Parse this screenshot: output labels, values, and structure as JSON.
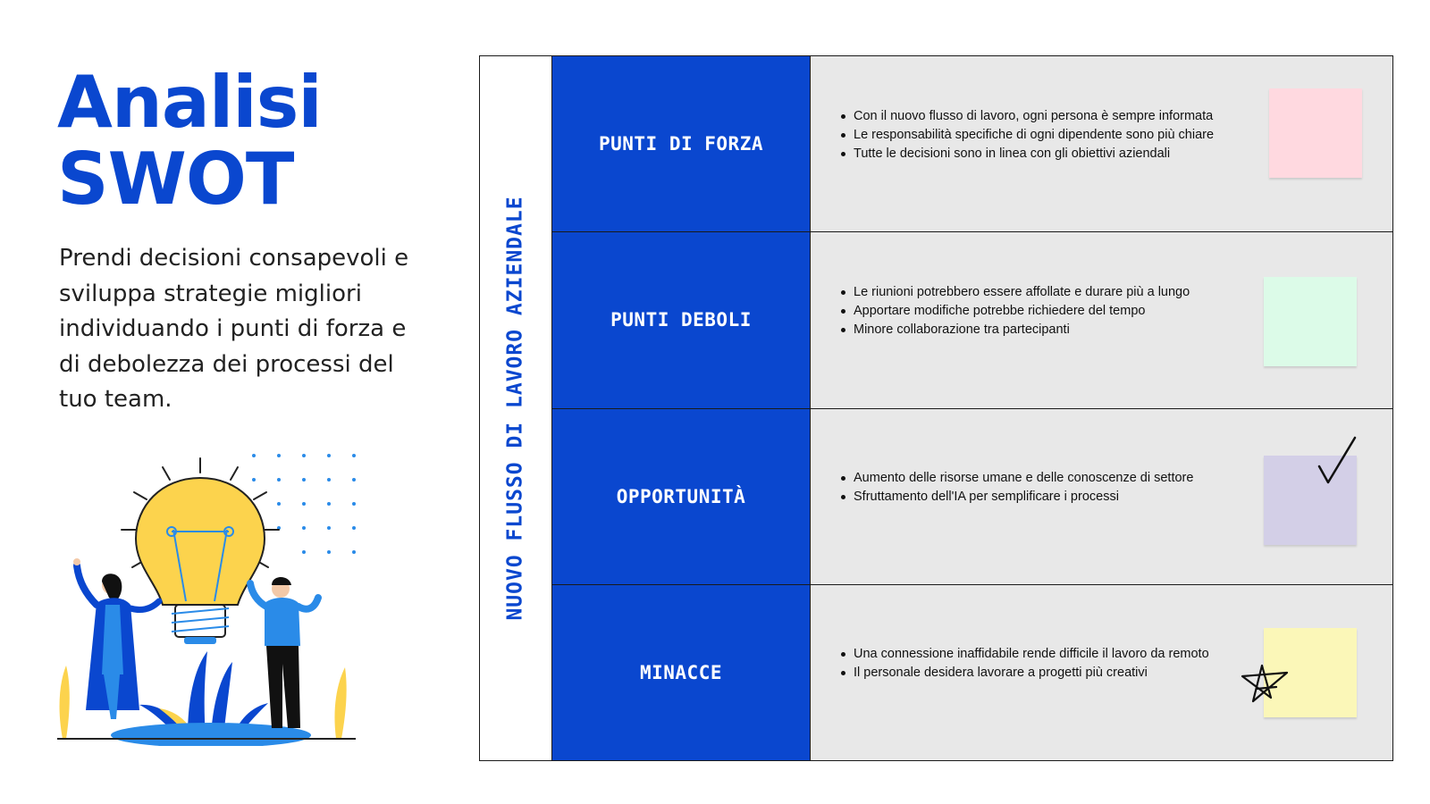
{
  "title": {
    "line1": "Analisi",
    "line2": "SWOT"
  },
  "subtitle": "Prendi decisioni consapevoli e sviluppa strategie migliori individuando i punti di forza e di debolezza dei processi del tuo team.",
  "side_label": "NUOVO FLUSSO DI LAVORO AZIENDALE",
  "rows": [
    {
      "label": "PUNTI DI FORZA",
      "items": [
        "Con il nuovo flusso di lavoro, ogni persona è sempre informata",
        "Le responsabilità specifiche di ogni dipendente sono più chiare",
        "Tutte le decisioni sono in linea con gli obiettivi aziendali"
      ],
      "note_color": "#ffd9e0"
    },
    {
      "label": "PUNTI DEBOLI",
      "items": [
        "Le riunioni potrebbero essere affollate e durare più a lungo",
        "Apportare modifiche potrebbe richiedere del tempo",
        "Minore collaborazione tra partecipanti"
      ],
      "note_color": "#dcfbe8"
    },
    {
      "label": "OPPORTUNITÀ",
      "items": [
        "Aumento delle risorse umane e delle conoscenze di settore",
        "Sfruttamento dell'IA per semplificare i processi"
      ],
      "note_color": "#d3cfe7"
    },
    {
      "label": "MINACCE",
      "items": [
        "Una connessione inaffidabile rende difficile il lavoro da remoto",
        "Il personale desidera lavorare a progetti più creativi"
      ],
      "note_color": "#fbf7b8"
    }
  ],
  "colors": {
    "accent": "#0a47cf",
    "cell_bg": "#e8e8e8",
    "bulb": "#fcd34d"
  },
  "icons": [
    "lightbulb-illustration",
    "checkmark-icon",
    "star-doodle-icon"
  ]
}
